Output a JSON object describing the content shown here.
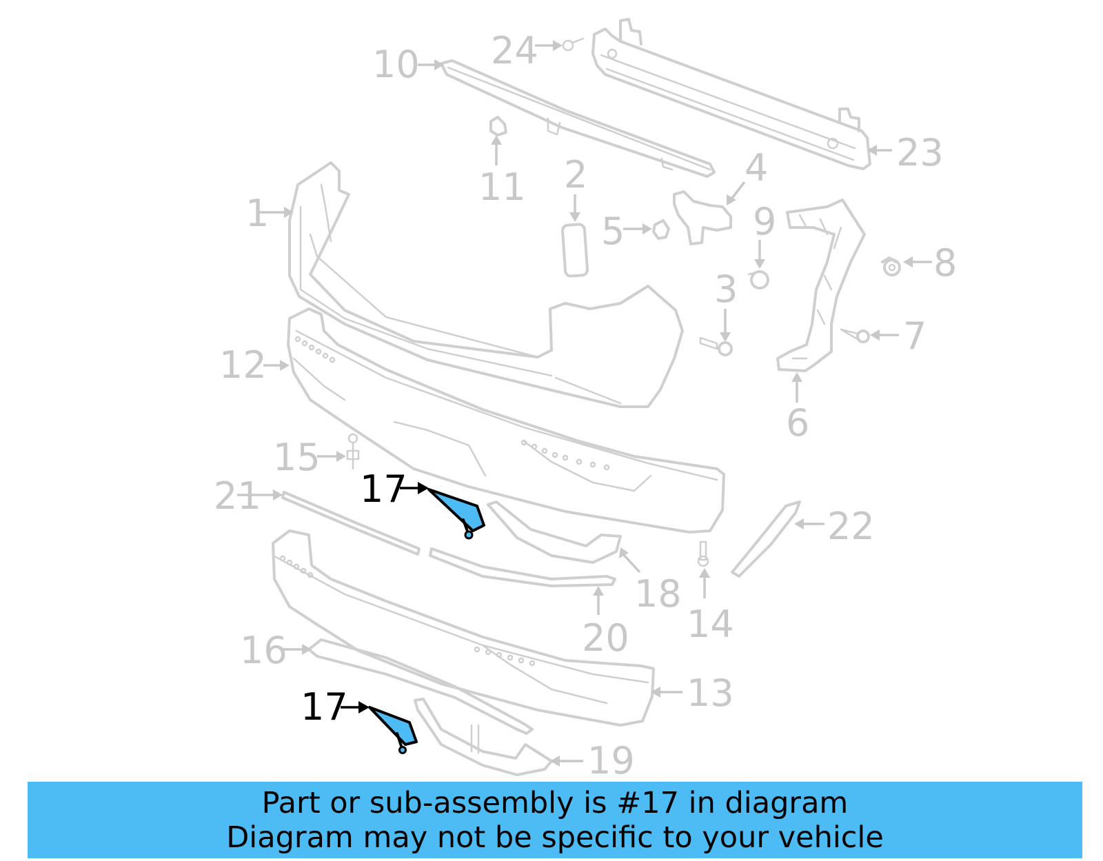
{
  "diagram": {
    "title": "Rear bumper assembly exploded parts diagram",
    "highlight_color": "#4dbcf4",
    "line_color": "#cfcfcf",
    "highlighted_part": "17",
    "callouts": {
      "c1": "1",
      "c2": "2",
      "c3": "3",
      "c4": "4",
      "c5": "5",
      "c6": "6",
      "c7": "7",
      "c8": "8",
      "c9": "9",
      "c10": "10",
      "c11": "11",
      "c12": "12",
      "c13": "13",
      "c14": "14",
      "c15": "15",
      "c16": "16",
      "c17a": "17",
      "c17b": "17",
      "c18": "18",
      "c19": "19",
      "c20": "20",
      "c21": "21",
      "c22": "22",
      "c23": "23",
      "c24": "24"
    }
  },
  "banner": {
    "line1": "Part or sub-assembly is #17 in diagram",
    "line2": "Diagram may not be specific to your vehicle",
    "background": "#4dbcf4"
  }
}
